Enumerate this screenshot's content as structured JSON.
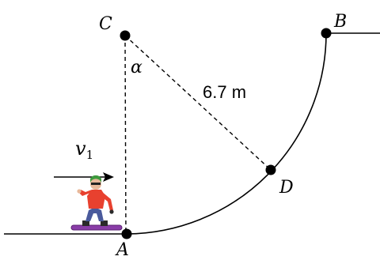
{
  "points": {
    "A": "A",
    "B": "B",
    "C": "C",
    "D": "D"
  },
  "angle_label": "α",
  "distance_label": "6.7 m",
  "velocity": {
    "symbol": "v",
    "subscript": "1"
  },
  "colors": {
    "line": "#000000",
    "background": "#ffffff",
    "jacket": "#e8412f",
    "pants": "#4a5a9c",
    "helmet": "#3e9a3e",
    "board": "#8a3da8",
    "board_edge": "#5a2070"
  },
  "icons": {
    "snowboarder": "snowboarder-figure"
  }
}
